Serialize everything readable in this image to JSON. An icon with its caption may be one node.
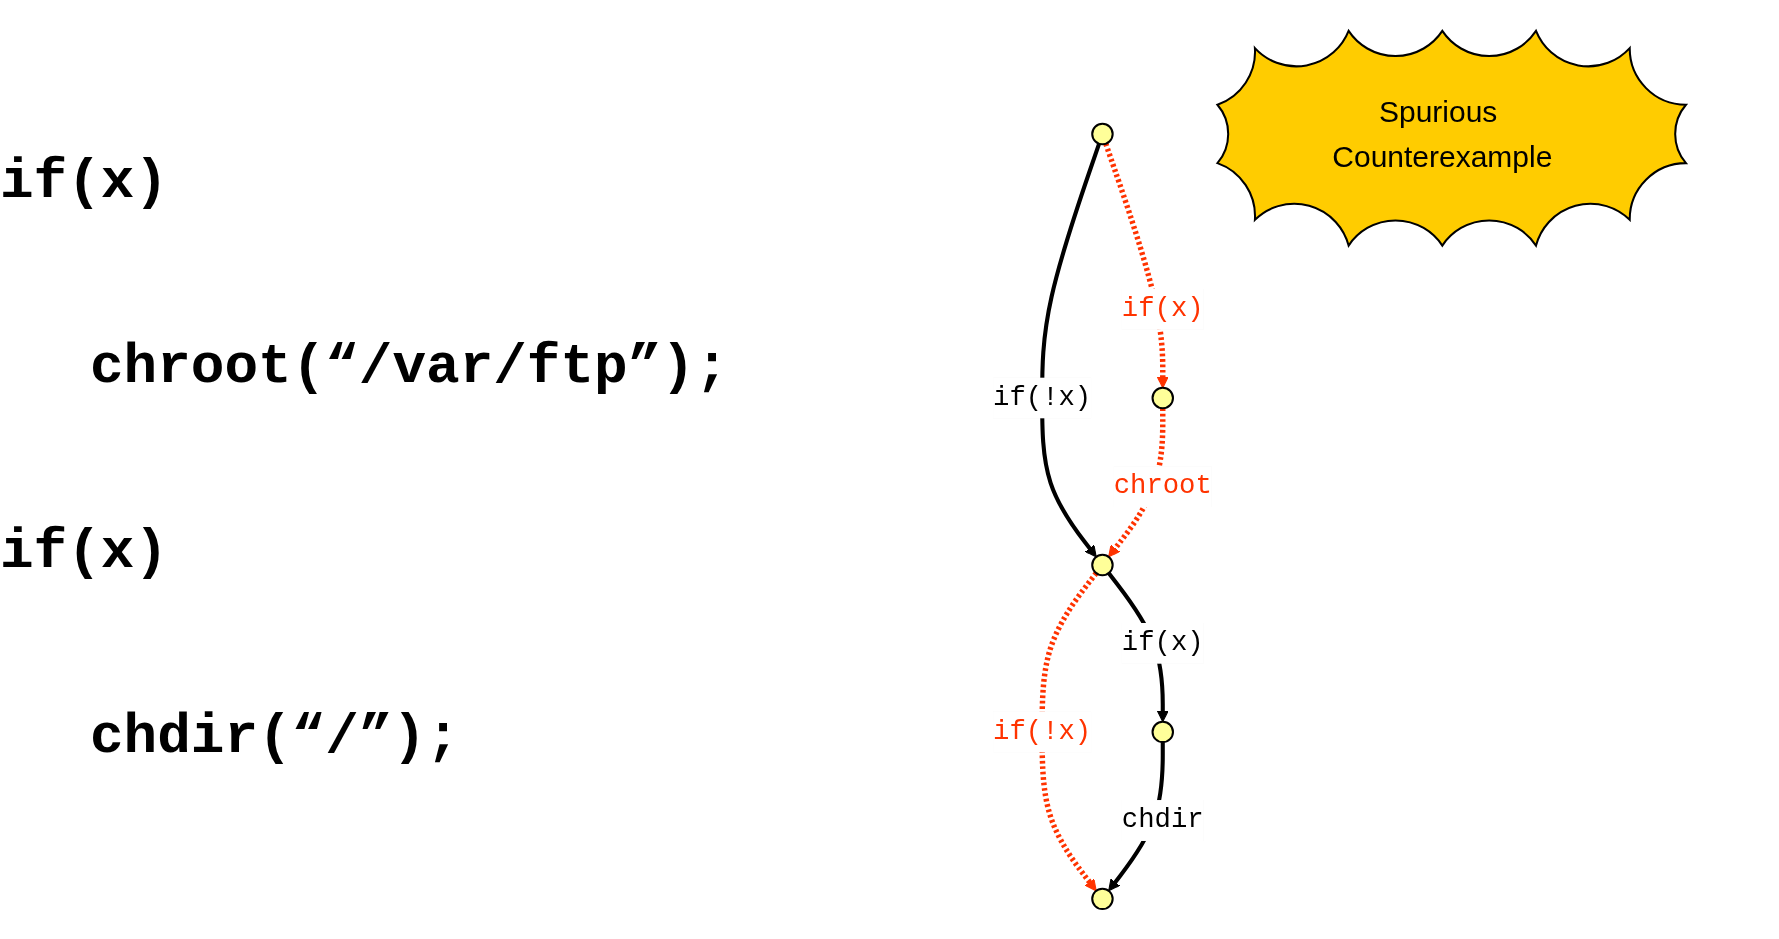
{
  "diagram": {
    "nodes": [
      {
        "text": [],
        "shape": "circle"
      },
      {
        "text": [],
        "shape": "circle"
      },
      {
        "text": [],
        "shape": "circle"
      },
      {
        "text": [],
        "shape": "circle"
      },
      {
        "text": [],
        "shape": "circle"
      },
      {
        "text": [
          "Spurious Counterexample"
        ]
      }
    ],
    "edges": [
      {
        "from": 0,
        "to": 1,
        "arrow": "to",
        "label": "if(x)",
        "style": "dashed",
        "color": "#ff3300"
      },
      {
        "from": 0,
        "to": 2,
        "arrow": "to",
        "label": "if(!x)",
        "color": "#000000"
      },
      {
        "from": 1,
        "to": 2,
        "arrow": "to",
        "label": "chroot",
        "style": "dashed",
        "color": "#ff3300"
      },
      {
        "from": 2,
        "to": 3,
        "arrow": "to",
        "label": "if(x)",
        "color": "#000000"
      },
      {
        "from": 2,
        "to": 4,
        "arrow": "to",
        "label": "if(!x)",
        "style": "dashed",
        "color": "#ff3300"
      },
      {
        "from": 3,
        "to": 4,
        "arrow": "to",
        "label": "chdir",
        "color": "#000000"
      }
    ],
    "labels": [
      "if(x)",
      "chroot(“/var/ftp”);",
      "if(x)",
      "chdir(“/”);"
    ]
  }
}
